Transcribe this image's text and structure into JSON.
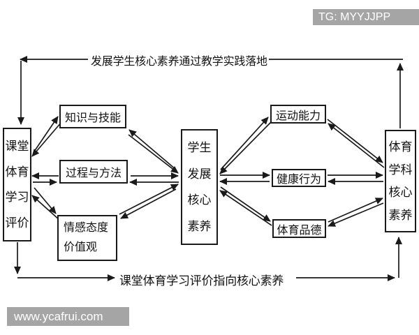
{
  "watermarks": {
    "top_right": "TG: MYYJJPP",
    "bottom_left": "www.ycafrui.com"
  },
  "colors": {
    "ink": "#1a1a1a",
    "watermark_bg": "#a5a5a5",
    "watermark_text": "#ffffff",
    "background": "#ffffff"
  },
  "diagram": {
    "top_feedback_label": "发展学生核心素养通过教学实践落地",
    "bottom_feedback_label": "课堂体育学习评价指向核心素养",
    "left_node": {
      "label": "课堂体育学习评价",
      "lines": [
        "课堂",
        "体育",
        "学习",
        "评价"
      ]
    },
    "center_node": {
      "label": "学生发展核心素养",
      "lines": [
        "学生",
        "发展",
        "核心",
        "素养"
      ]
    },
    "right_node": {
      "label": "体育学科核心素养",
      "lines": [
        "体育",
        "学科",
        "核心",
        "素养"
      ]
    },
    "evaluation_dimensions": [
      {
        "label": "知识与技能",
        "lines": [
          "知识与技能"
        ]
      },
      {
        "label": "过程与方法",
        "lines": [
          "过程与方法"
        ]
      },
      {
        "label": "情感态度价值观",
        "lines": [
          "情感态度",
          "价值观"
        ]
      }
    ],
    "literacy_dimensions": [
      {
        "label": "运动能力"
      },
      {
        "label": "健康行为"
      },
      {
        "label": "体育品德"
      }
    ]
  }
}
